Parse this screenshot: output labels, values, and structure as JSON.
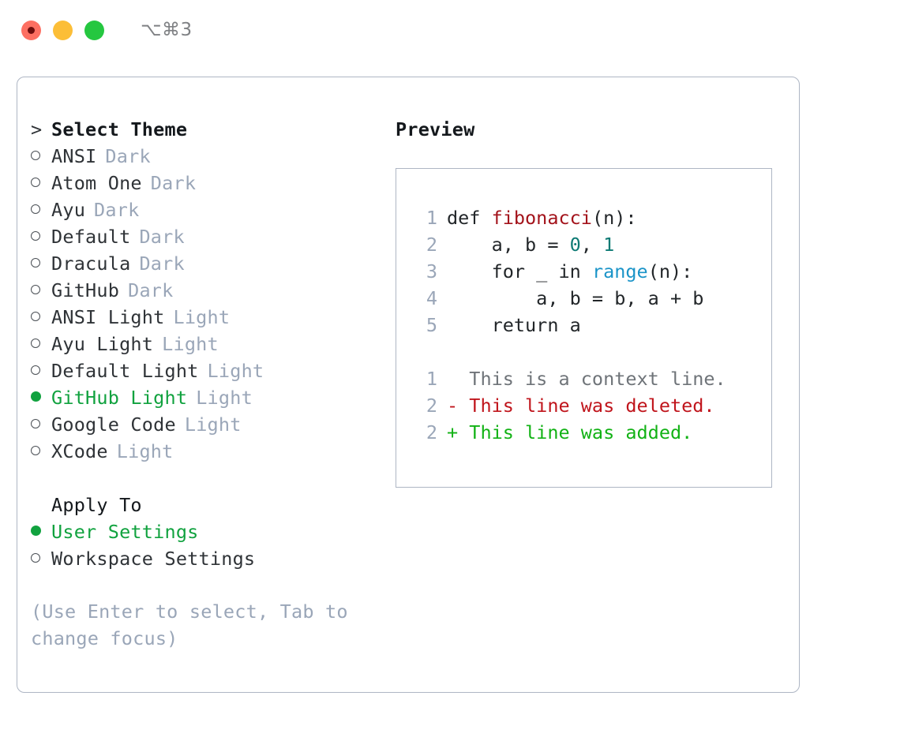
{
  "titlebar": {
    "shortcut": "⌥⌘3",
    "buttons": [
      "close",
      "minimize",
      "maximize"
    ]
  },
  "theme_list": {
    "header": {
      "marker": ">",
      "label": "Select Theme"
    },
    "items": [
      {
        "marker": "○",
        "label": "ANSI",
        "badge": "Dark",
        "selected": false
      },
      {
        "marker": "○",
        "label": "Atom One",
        "badge": "Dark",
        "selected": false
      },
      {
        "marker": "○",
        "label": "Ayu",
        "badge": "Dark",
        "selected": false
      },
      {
        "marker": "○",
        "label": "Default",
        "badge": "Dark",
        "selected": false
      },
      {
        "marker": "○",
        "label": "Dracula",
        "badge": "Dark",
        "selected": false
      },
      {
        "marker": "○",
        "label": "GitHub",
        "badge": "Dark",
        "selected": false
      },
      {
        "marker": "○",
        "label": "ANSI Light",
        "badge": "Light",
        "selected": false
      },
      {
        "marker": "○",
        "label": "Ayu Light",
        "badge": "Light",
        "selected": false
      },
      {
        "marker": "○",
        "label": "Default Light",
        "badge": "Light",
        "selected": false
      },
      {
        "marker": "●",
        "label": "GitHub Light",
        "badge": "Light",
        "selected": true
      },
      {
        "marker": "○",
        "label": "Google Code",
        "badge": "Light",
        "selected": false
      },
      {
        "marker": "○",
        "label": "XCode",
        "badge": "Light",
        "selected": false
      }
    ]
  },
  "apply_to": {
    "header": "Apply To",
    "items": [
      {
        "marker": "●",
        "label": "User Settings",
        "selected": true
      },
      {
        "marker": "○",
        "label": "Workspace Settings",
        "selected": false
      }
    ]
  },
  "hint": "(Use Enter to select, Tab to change focus)",
  "preview": {
    "title": "Preview",
    "code_lines": [
      {
        "no": "1",
        "segments": [
          {
            "t": "def ",
            "k": "plain"
          },
          {
            "t": "fibonacci",
            "k": "func"
          },
          {
            "t": "(n):",
            "k": "plain"
          }
        ]
      },
      {
        "no": "2",
        "segments": [
          {
            "t": "    a, b = ",
            "k": "plain"
          },
          {
            "t": "0",
            "k": "num"
          },
          {
            "t": ", ",
            "k": "plain"
          },
          {
            "t": "1",
            "k": "num"
          }
        ]
      },
      {
        "no": "3",
        "segments": [
          {
            "t": "    for _ in ",
            "k": "plain"
          },
          {
            "t": "range",
            "k": "call"
          },
          {
            "t": "(n):",
            "k": "plain"
          }
        ]
      },
      {
        "no": "4",
        "segments": [
          {
            "t": "        a, b = b, a + b",
            "k": "plain"
          }
        ]
      },
      {
        "no": "5",
        "segments": [
          {
            "t": "    return a",
            "k": "plain"
          }
        ]
      }
    ],
    "diff_lines": [
      {
        "no": "1",
        "segments": [
          {
            "t": "  This is a context line.",
            "k": "ctx"
          }
        ]
      },
      {
        "no": "2",
        "segments": [
          {
            "t": "- This line was deleted.",
            "k": "del"
          }
        ]
      },
      {
        "no": "2",
        "segments": [
          {
            "t": "+ This line was added.",
            "k": "add"
          }
        ]
      }
    ]
  },
  "colors": {
    "selected_green": "#11a23f",
    "badge_grey": "#9aa6b8",
    "border_grey": "#aeb6c4",
    "syntax_function": "#a3131b",
    "syntax_number": "#0d7a74",
    "syntax_call": "#1b94c8",
    "diff_deleted": "#c0151c",
    "diff_added": "#12b215",
    "diff_context": "#6f7479",
    "dot_close": "#fd6f62",
    "dot_minimize": "#fcbe37",
    "dot_maximize": "#25c740"
  }
}
